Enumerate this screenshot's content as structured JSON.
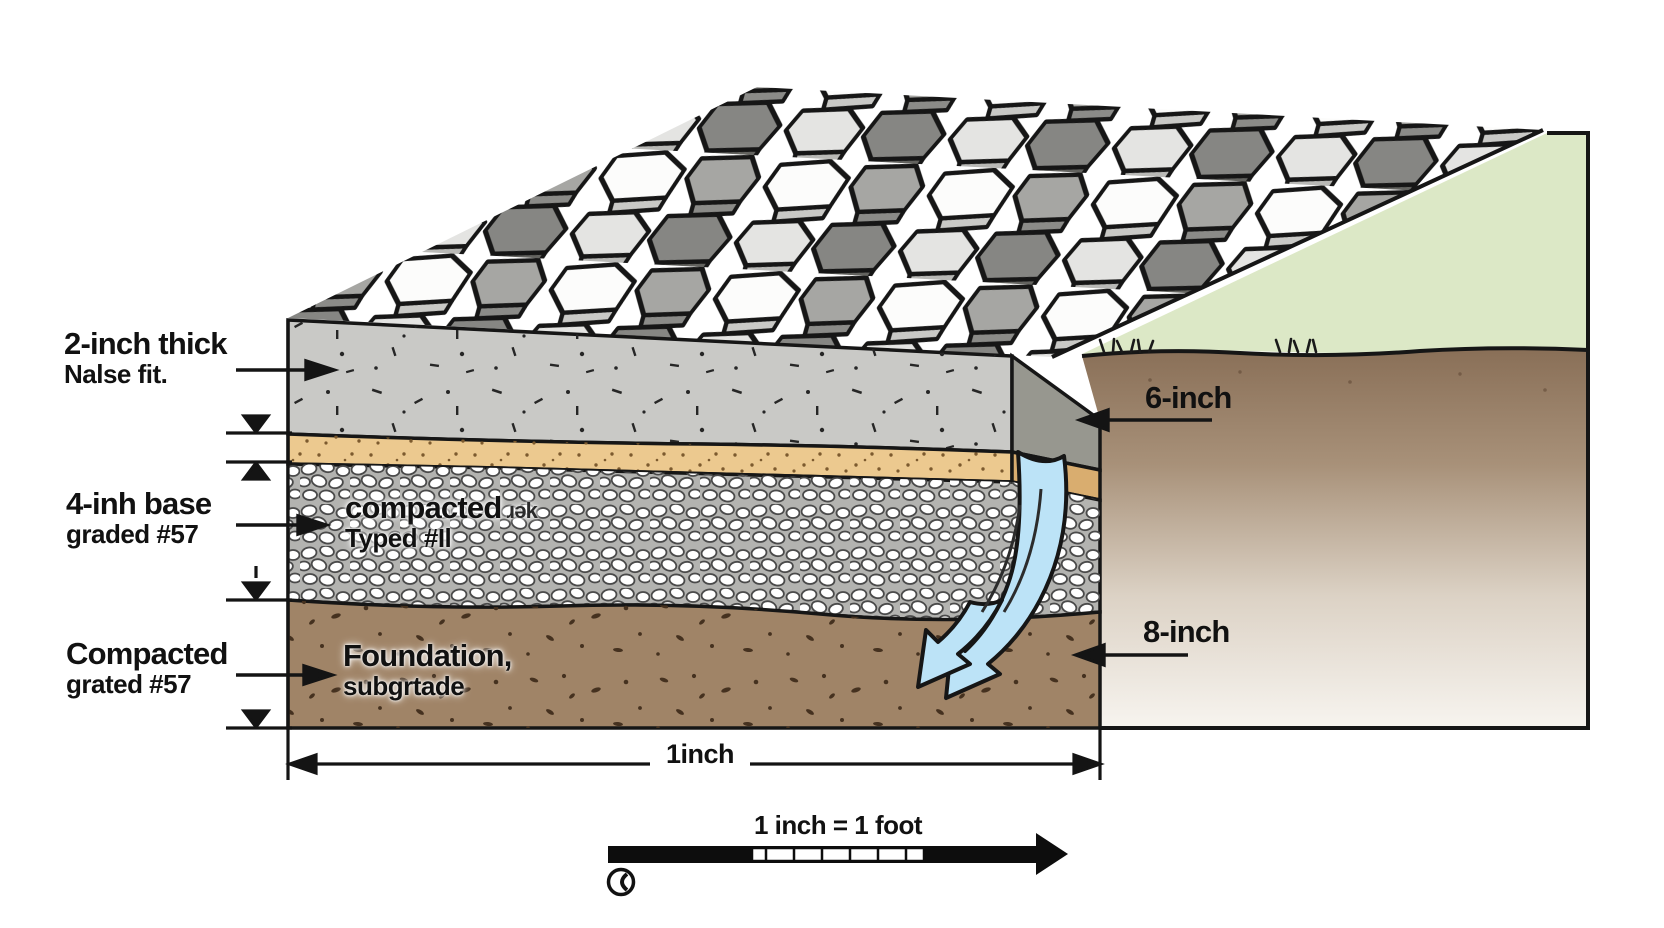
{
  "annotations": {
    "left": [
      {
        "title": "2-inch thick",
        "subtitle": "Nalse fit."
      },
      {
        "title": "4-inh base",
        "subtitle": "graded #57"
      },
      {
        "title": "Compacted",
        "subtitle": "grated #57"
      }
    ],
    "inside": [
      {
        "title": "compacted",
        "title_suffix": "ɹək",
        "subtitle": "Typed #Il"
      },
      {
        "title": "Foundation,",
        "subtitle": "subgrtade"
      }
    ],
    "right": [
      {
        "text": "6-inch"
      },
      {
        "text": "8-inch"
      }
    ],
    "bottom_dimension": "1inch",
    "scale_label": "1 inch = 1 foot"
  },
  "colors": {
    "grass": "#dce8c6",
    "soil_top": "#8a7058",
    "concrete": "#c9c9c6",
    "concrete_side": "#97978f",
    "sand": "#ecc98f",
    "gravel_background": "#b3b3b0",
    "subgrade": "#a08467",
    "water": "#bce3f7",
    "ink": "#161616"
  },
  "icons": {
    "scale_mark": "circle-mark-icon"
  }
}
